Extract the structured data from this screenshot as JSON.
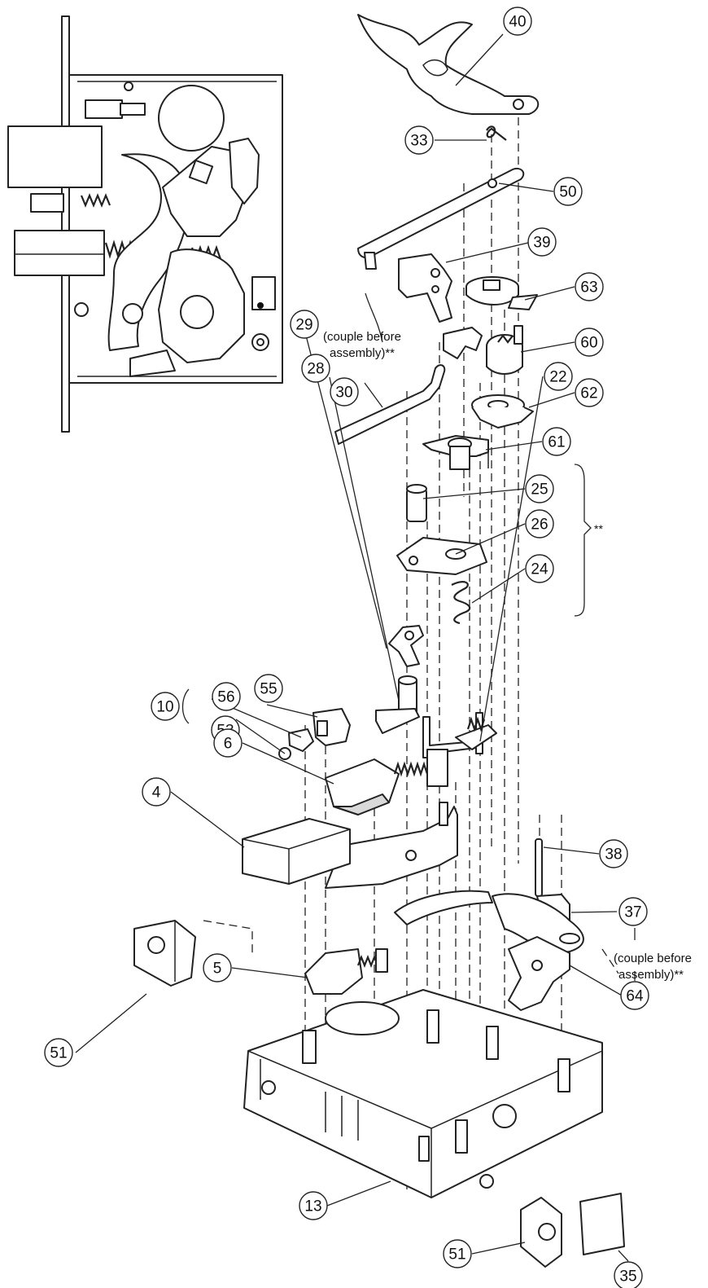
{
  "callouts": [
    {
      "id": "40",
      "label": "40"
    },
    {
      "id": "33",
      "label": "33"
    },
    {
      "id": "50",
      "label": "50"
    },
    {
      "id": "39",
      "label": "39"
    },
    {
      "id": "63",
      "label": "63"
    },
    {
      "id": "60",
      "label": "60"
    },
    {
      "id": "30",
      "label": "30"
    },
    {
      "id": "62",
      "label": "62"
    },
    {
      "id": "61",
      "label": "61"
    },
    {
      "id": "25",
      "label": "25"
    },
    {
      "id": "26",
      "label": "26"
    },
    {
      "id": "24",
      "label": "24"
    },
    {
      "id": "29",
      "label": "29"
    },
    {
      "id": "28",
      "label": "28"
    },
    {
      "id": "22",
      "label": "22"
    },
    {
      "id": "55",
      "label": "55"
    },
    {
      "id": "56",
      "label": "56"
    },
    {
      "id": "10",
      "label": "10"
    },
    {
      "id": "53",
      "label": "53"
    },
    {
      "id": "6",
      "label": "6"
    },
    {
      "id": "4",
      "label": "4"
    },
    {
      "id": "38",
      "label": "38"
    },
    {
      "id": "37",
      "label": "37"
    },
    {
      "id": "5",
      "label": "5"
    },
    {
      "id": "64",
      "label": "64"
    },
    {
      "id": "51a",
      "label": "51"
    },
    {
      "id": "13",
      "label": "13"
    },
    {
      "id": "51b",
      "label": "51"
    },
    {
      "id": "35",
      "label": "35"
    }
  ],
  "notes": {
    "couple_upper_line1": "(couple before",
    "couple_upper_line2": "assembly)**",
    "couple_lower_line1": "(couple before",
    "couple_lower_line2": "assembly)**",
    "bracket_mark": "**"
  }
}
